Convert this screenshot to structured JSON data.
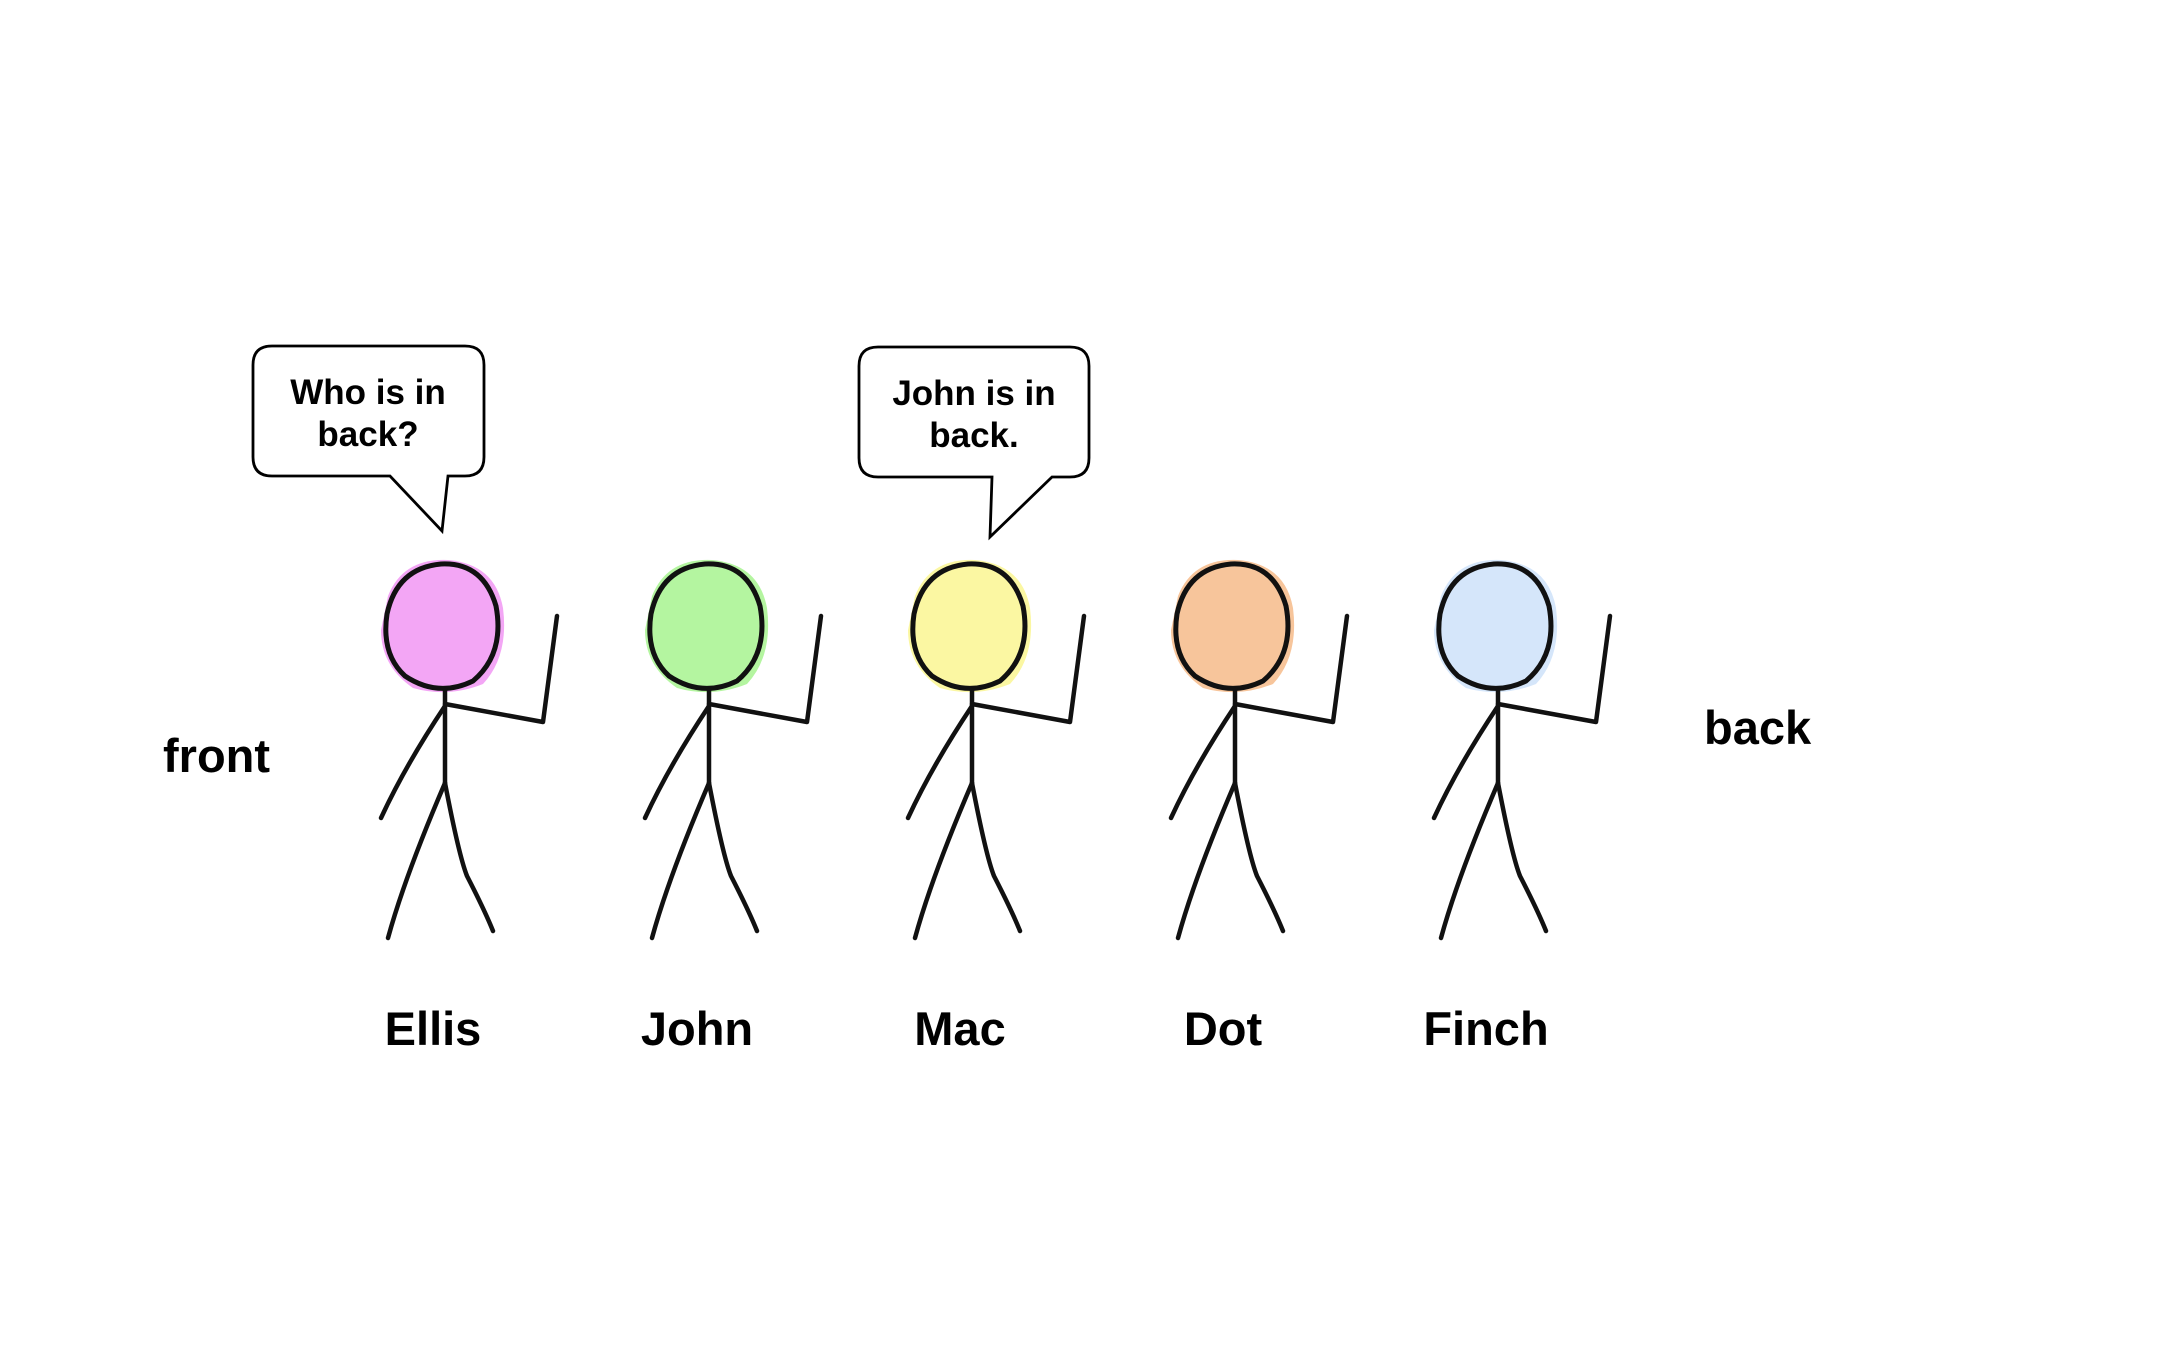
{
  "labels": {
    "front": "front",
    "back": "back"
  },
  "figures": [
    {
      "name": "Ellis",
      "color": "#f3a6f5"
    },
    {
      "name": "John",
      "color": "#b4f5a0"
    },
    {
      "name": "Mac",
      "color": "#fbf7a2"
    },
    {
      "name": "Dot",
      "color": "#f7c59b"
    },
    {
      "name": "Finch",
      "color": "#d5e6fa"
    }
  ],
  "bubbles": [
    {
      "speaker": "Ellis",
      "lines": [
        "Who is in",
        "back?"
      ]
    },
    {
      "speaker": "Mac",
      "lines": [
        "John is in",
        "back."
      ]
    }
  ]
}
